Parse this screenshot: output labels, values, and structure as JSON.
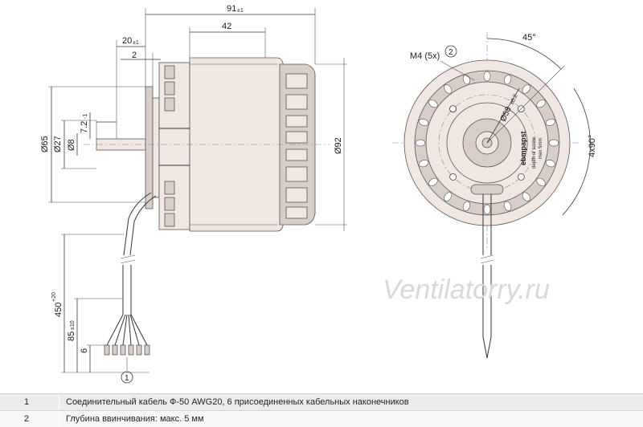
{
  "dimensions": {
    "overall_length": "91",
    "overall_length_tol": "±1",
    "body_length": "42",
    "flange_offset": "20",
    "flange_offset_tol": "±1",
    "flange_thickness": "2",
    "shaft_dia": "Ø8",
    "shaft_step": "7.2",
    "shaft_step_tol": "-1",
    "hub_dia": "Ø27",
    "flange_dia": "Ø65",
    "body_dia": "Ø92",
    "cable_length": "450",
    "cable_length_tol": "+20",
    "strip_length": "85",
    "strip_length_tol": "±10",
    "end_length": "6",
    "bolt_circle": "Ø58",
    "bolt_circle_tol": "±0.2",
    "thread": "M4 (5x)",
    "angle": "45°",
    "angle_pattern": "4x90°"
  },
  "callouts": {
    "c1": "1",
    "c2": "2"
  },
  "label_text": {
    "brand": "ebmpapst",
    "line1": "depth of screw",
    "line2": "max 5mm"
  },
  "watermark": "Ventilatorry.ru",
  "notes": [
    {
      "num": "1",
      "text": "Соединительный кабель Ф-50 AWG20, 6 присоединенных кабельных наконечников"
    },
    {
      "num": "2",
      "text": "Глубина ввинчивания: макс. 5 мм"
    }
  ]
}
